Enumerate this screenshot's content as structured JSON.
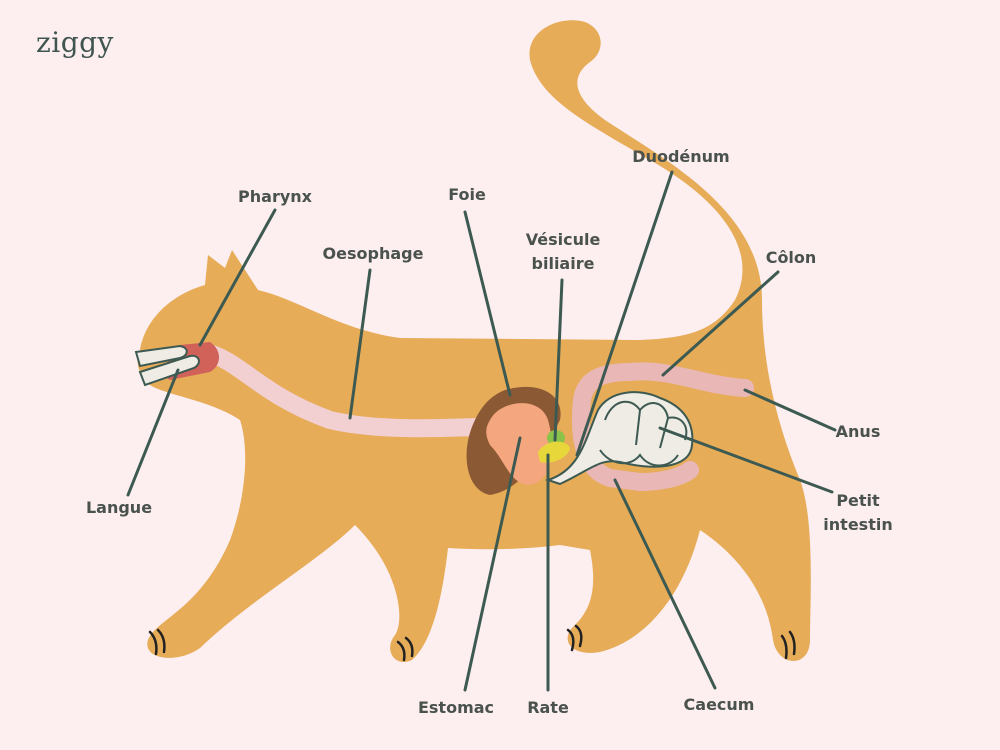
{
  "logo": "ziggy",
  "colors": {
    "background": "#fdeef0",
    "cat": "#e6ac58",
    "line": "#3d5a52",
    "label": "#4a524e",
    "oesophagus": "#f2cfd0",
    "liver": "#8b5a35",
    "stomach": "#f4a67e",
    "gallbladder": "#8bc34a",
    "spleen": "#e8d73a",
    "intestine": "#efece6",
    "colon": "#eab7b7",
    "mouth": "#d0625a"
  },
  "labels": {
    "pharynx": "Pharynx",
    "oesophage": "Oesophage",
    "foie": "Foie",
    "vesicule_1": "Vésicule",
    "vesicule_2": "biliaire",
    "duodenum": "Duodénum",
    "colon": "Côlon",
    "anus": "Anus",
    "petit_1": "Petit",
    "petit_2": "intestin",
    "langue": "Langue",
    "estomac": "Estomac",
    "rate": "Rate",
    "caecum": "Caecum"
  }
}
